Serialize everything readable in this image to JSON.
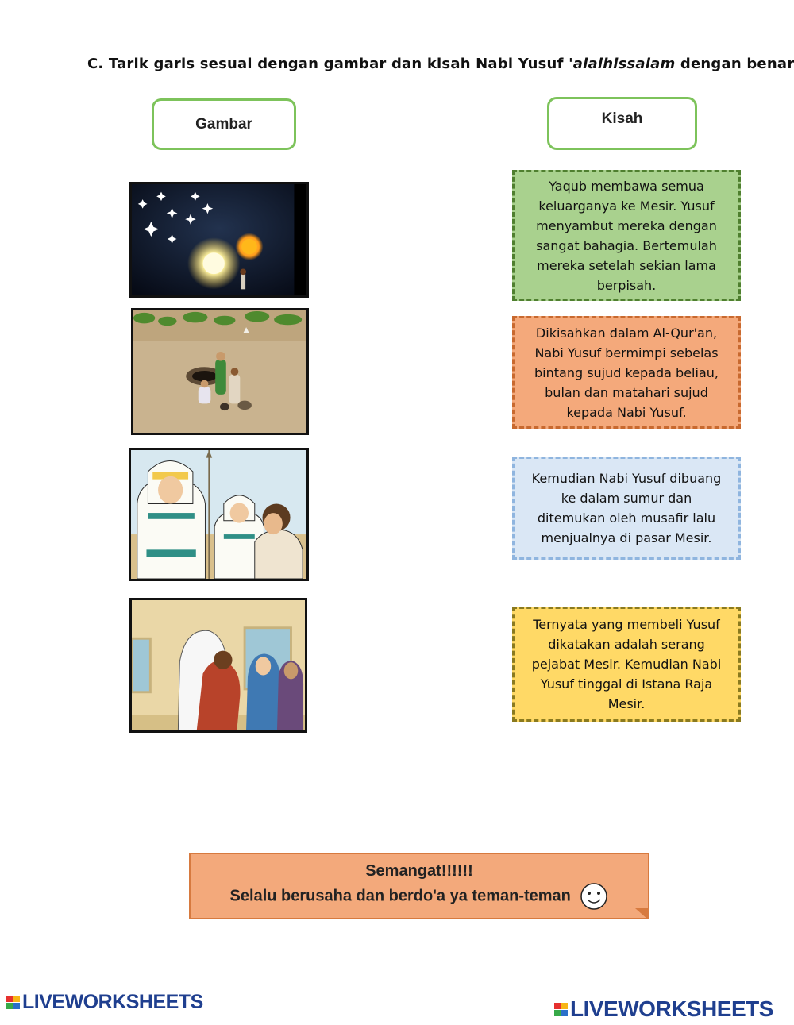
{
  "instruction": {
    "prefix": "C. Tarik garis sesuai dengan gambar dan kisah Nabi Yusuf ",
    "italic": "'alaihissalam",
    "suffix": " dengan benar!"
  },
  "headers": {
    "left": "Gambar",
    "right": "Kisah"
  },
  "pictures": [
    {
      "icon": "night-sky-stars-sun-moon-icon"
    },
    {
      "icon": "well-travelers-icon"
    },
    {
      "icon": "egyptian-officials-icon"
    },
    {
      "icon": "family-reunion-icon"
    }
  ],
  "stories": [
    {
      "text": "Yaqub membawa semua keluarganya ke Mesir. Yusuf menyambut mereka dengan sangat bahagia. Bertemulah mereka setelah sekian lama berpisah.",
      "bg": "#a9d18e",
      "border": "#4f7f2f"
    },
    {
      "text": "Dikisahkan dalam Al-Qur'an, Nabi Yusuf bermimpi sebelas bintang sujud kepada beliau, bulan dan matahari sujud kepada Nabi Yusuf.",
      "bg": "#f4a97b",
      "border": "#c8692f"
    },
    {
      "text": "Kemudian Nabi Yusuf dibuang ke dalam sumur dan ditemukan oleh musafir lalu menjualnya di pasar Mesir.",
      "bg": "#dae7f5",
      "border": "#8fb5df"
    },
    {
      "text": "Ternyata yang membeli Yusuf dikatakan adalah serang pejabat Mesir. Kemudian Nabi Yusuf tinggal di Istana Raja Mesir.",
      "bg": "#ffd966",
      "border": "#8a7a1f"
    }
  ],
  "banner": {
    "line1": "Semangat!!!!!!",
    "line2": "Selalu berusaha dan berdo'a ya teman-teman"
  },
  "footer": {
    "logo_left": "LIVEWORKSHEETS",
    "logo_right": "LIVEWORKSHEETS"
  }
}
